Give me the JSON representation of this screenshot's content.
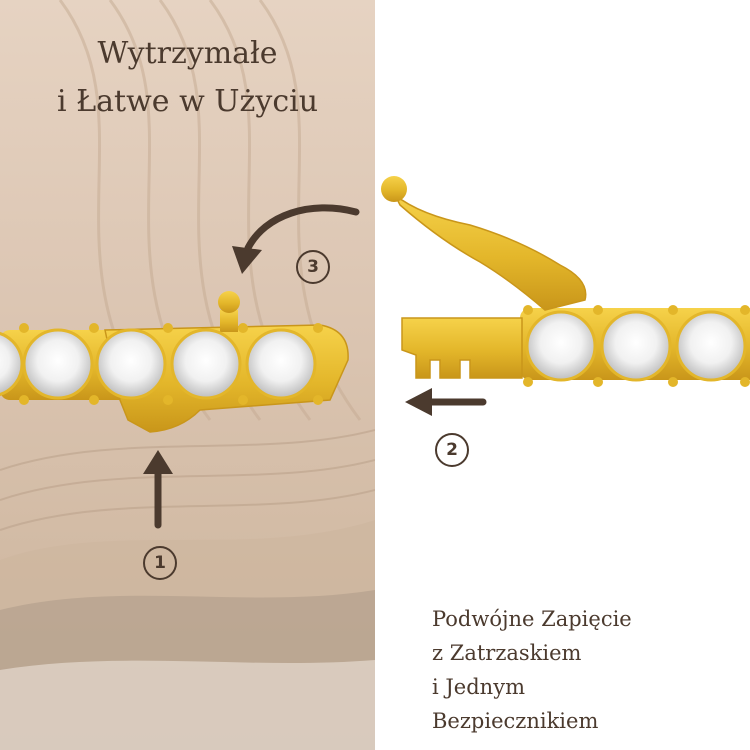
{
  "heading": {
    "line1": "Wytrzymałe",
    "line2": "i Łatwe w Użyciu"
  },
  "caption": {
    "line1": "Podwójne Zapięcie",
    "line2": "z Zatrzaskiem",
    "line3": "i Jednym",
    "line4": "Bezpiecznikiem"
  },
  "steps": {
    "one": "1",
    "two": "2",
    "three": "3"
  },
  "colors": {
    "text": "#4b3a2e",
    "gold": "#e3b62a",
    "beige": "#dcc6b3"
  }
}
